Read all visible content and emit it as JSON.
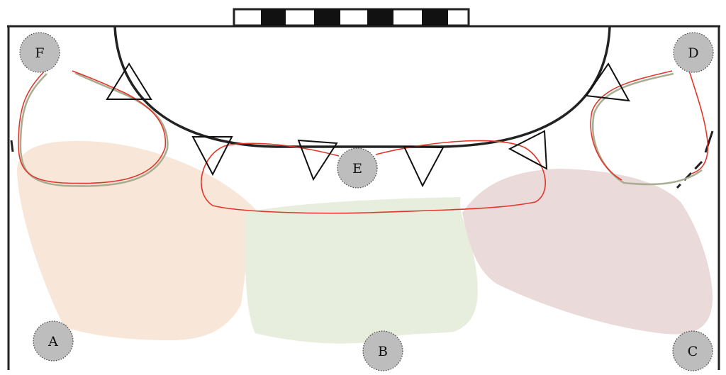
{
  "diagram": {
    "players": [
      {
        "id": "F",
        "label": "F"
      },
      {
        "id": "D",
        "label": "D"
      },
      {
        "id": "E",
        "label": "E"
      },
      {
        "id": "A",
        "label": "A"
      },
      {
        "id": "B",
        "label": "B"
      },
      {
        "id": "C",
        "label": "C"
      }
    ],
    "colors": {
      "zone_left": "#f8e7d9",
      "zone_center": "#e7eedd",
      "zone_right": "#ebdada",
      "player_fill": "#bdbdbd",
      "path_red": "#e0372a",
      "path_shadow": "#a8ad92",
      "line": "#222222"
    }
  }
}
